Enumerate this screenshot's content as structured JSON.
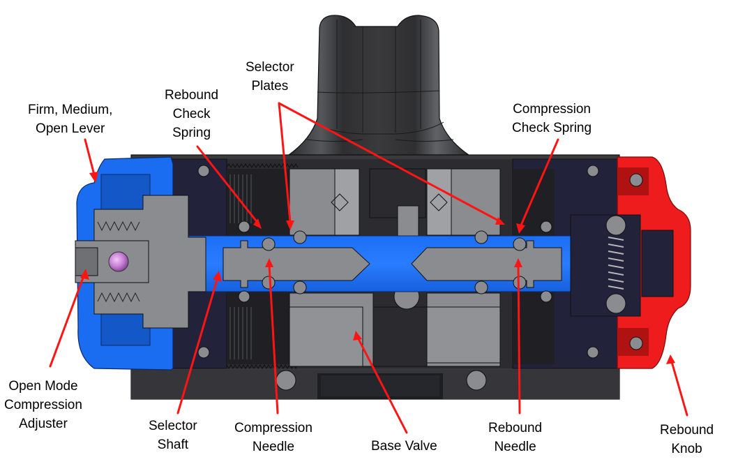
{
  "title": "Shock damper cross-section component diagram",
  "colors": {
    "background": "#ffffff",
    "body_dark": "#3a3a3c",
    "body_darker": "#2a2a2e",
    "navy_insert": "#22223a",
    "steel_gray": "#8a8c90",
    "steel_light": "#9fa1a5",
    "blue_part": "#1a6cf0",
    "red_part": "#ee1c1c",
    "leader_line": "#ff1414",
    "ball": "#c77dd6",
    "text": "#000000"
  },
  "labels": {
    "firm_lever": [
      "Firm, Medium,",
      "Open Lever"
    ],
    "rebound_check_spring": [
      "Rebound",
      "Check",
      "Spring"
    ],
    "selector_plates": [
      "Selector",
      "Plates"
    ],
    "compression_check_spring": [
      "Compression",
      "Check Spring"
    ],
    "open_mode_adjuster": [
      "Open Mode",
      "Compression",
      "Adjuster"
    ],
    "selector_shaft": [
      "Selector",
      "Shaft"
    ],
    "compression_needle": [
      "Compression",
      "Needle"
    ],
    "base_valve": [
      "Base Valve"
    ],
    "rebound_needle": [
      "Rebound",
      "Needle"
    ],
    "rebound_knob": [
      "Rebound",
      "Knob"
    ]
  }
}
